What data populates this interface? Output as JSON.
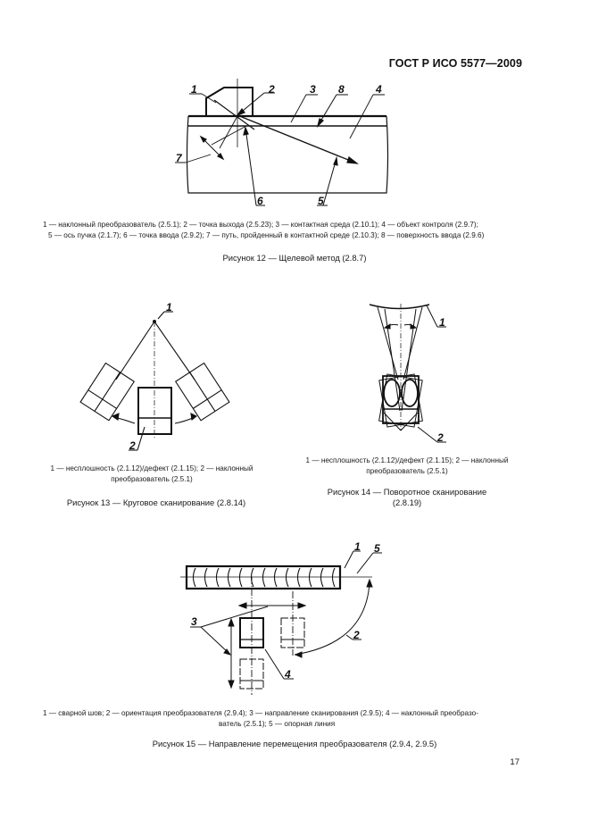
{
  "header": {
    "standard": "ГОСТ Р ИСО 5577—2009"
  },
  "figure12": {
    "labels": [
      "1",
      "2",
      "3",
      "8",
      "4",
      "7",
      "6",
      "5"
    ],
    "legend_line1": "1 — наклонный преобразователь (2.5.1); 2 — точка выхода (2.5.23); 3 — контактная среда (2.10.1); 4 — объект контроля (2.9.7);",
    "legend_line2": "5 — ось пучка (2.1.7); 6 — точка ввода (2.9.2); 7 — путь, пройденный в контактной среде (2.10.3); 8 — поверхность ввода (2.9.6)",
    "caption": "Рисунок 12 — Щелевой метод (2.8.7)"
  },
  "figure13": {
    "labels": [
      "1",
      "2"
    ],
    "legend_line1": "1 — несплошность (2.1.12)/дефект (2.1.15); 2 — наклонный",
    "legend_line2": "преобразователь (2.5.1)",
    "caption": "Рисунок 13 — Круговое сканирование (2.8.14)"
  },
  "figure14": {
    "labels": [
      "1",
      "2"
    ],
    "legend_line1": "1 — несплошность (2.1.12)/дефект (2.1.15); 2 — наклонный",
    "legend_line2": "преобразователь (2.5.1)",
    "caption_line1": "Рисунок 14 — Поворотное сканирование",
    "caption_line2": "(2.8.19)"
  },
  "figure15": {
    "labels": [
      "1",
      "5",
      "3",
      "2",
      "4"
    ],
    "legend_line1": "1 — сварной шов; 2 — ориентация преобразователя (2.9.4); 3 — направление сканирования (2.9.5); 4 — наклонный преобразо-",
    "legend_line2": "ватель (2.5.1); 5 — опорная линия",
    "caption": "Рисунок 15 — Направление перемещения преобразователя (2.9.4, 2.9.5)"
  },
  "footer": {
    "page_number": "17"
  }
}
